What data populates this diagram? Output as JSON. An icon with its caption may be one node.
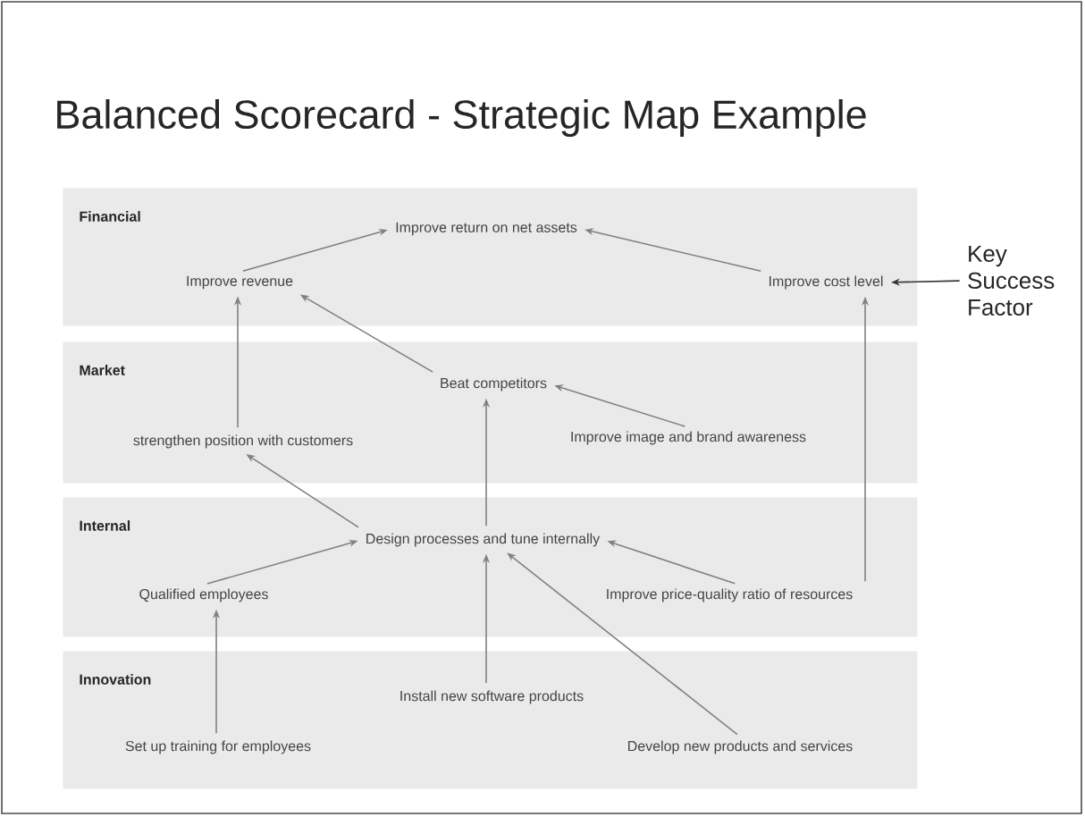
{
  "diagram": {
    "title": "Balanced Scorecard - Strategic Map Example",
    "nodes": [
      {
        "text": [
          "Financial"
        ]
      },
      {
        "text": [
          "Market"
        ]
      },
      {
        "text": [
          "Internal"
        ]
      },
      {
        "text": [
          "Innovation"
        ]
      },
      {
        "text": [
          "Improve return on net assets"
        ],
        "in": 0
      },
      {
        "text": [
          "Improve revenue"
        ],
        "in": 0
      },
      {
        "text": [
          "Improve cost level"
        ],
        "in": 0
      },
      {
        "text": [
          "Beat competitors"
        ],
        "in": 1
      },
      {
        "text": [
          "strengthen position with customers"
        ],
        "in": 1
      },
      {
        "text": [
          "Improve image and brand awareness"
        ],
        "in": 1
      },
      {
        "text": [
          "Design processes and tune internally"
        ],
        "in": 2
      },
      {
        "text": [
          "Qualified employees"
        ],
        "in": 2
      },
      {
        "text": [
          "Improve price-quality ratio of resources"
        ],
        "in": 2
      },
      {
        "text": [
          "Install new software products"
        ],
        "in": 3
      },
      {
        "text": [
          "Set up training for employees"
        ],
        "in": 3
      },
      {
        "text": [
          "Develop new products and services"
        ],
        "in": 3
      },
      {
        "text": [
          "Key Success Factor"
        ]
      }
    ],
    "edges": [
      {
        "from": 5,
        "to": 4,
        "arrow": "to"
      },
      {
        "from": 6,
        "to": 4,
        "arrow": "to"
      },
      {
        "from": 7,
        "to": 5,
        "arrow": "to"
      },
      {
        "from": 8,
        "to": 5,
        "arrow": "to"
      },
      {
        "from": 9,
        "to": 7,
        "arrow": "to"
      },
      {
        "from": 10,
        "to": 7,
        "arrow": "to"
      },
      {
        "from": 10,
        "to": 8,
        "arrow": "to"
      },
      {
        "from": 12,
        "to": 6,
        "arrow": "to"
      },
      {
        "from": 11,
        "to": 10,
        "arrow": "to"
      },
      {
        "from": 12,
        "to": 10,
        "arrow": "to"
      },
      {
        "from": 13,
        "to": 10,
        "arrow": "to"
      },
      {
        "from": 15,
        "to": 10,
        "arrow": "to"
      },
      {
        "from": 14,
        "to": 11,
        "arrow": "to"
      },
      {
        "from": 16,
        "to": 6,
        "arrow": "to",
        "color": "#333333"
      }
    ]
  }
}
